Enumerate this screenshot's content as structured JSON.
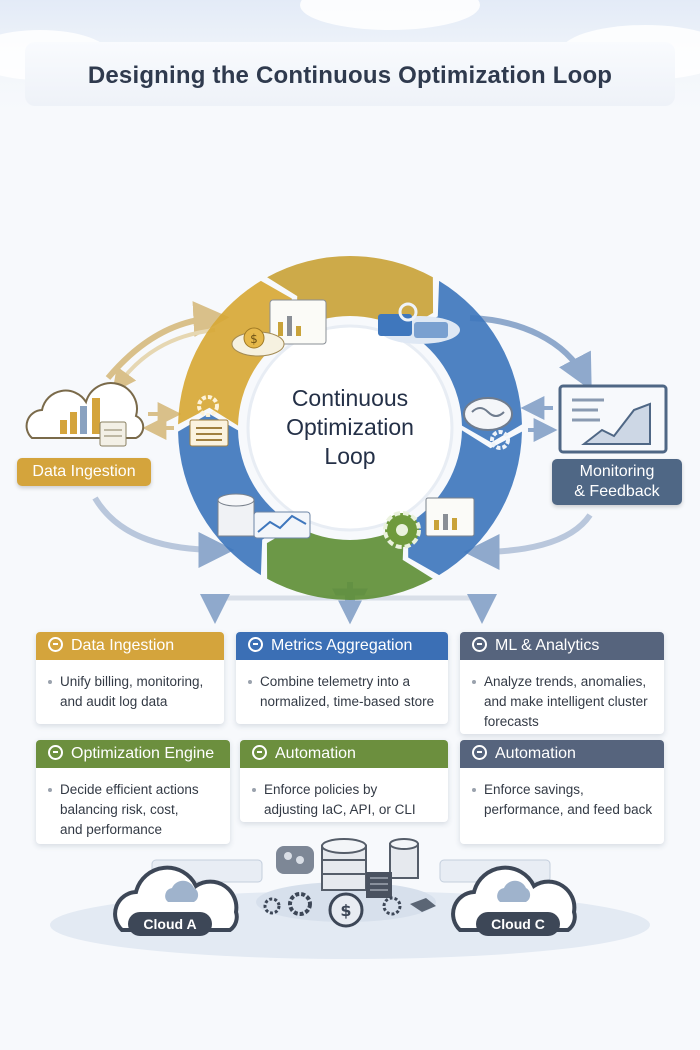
{
  "title": "Designing the Continuous Optimization Loop",
  "center_label": [
    "Continuous",
    "Optimization",
    "Loop"
  ],
  "side_labels": {
    "ingestion": "Data Ingestion",
    "monitoring": [
      "Monitoring",
      "& Feedback"
    ]
  },
  "cards": [
    {
      "title": "Data Ingestion",
      "color": "#d4a43c",
      "lines": [
        "Unify billing, monitoring,",
        "and audit log data"
      ]
    },
    {
      "title": "Metrics Aggregation",
      "color": "#3b6fb5",
      "lines": [
        "Combine telemetry into a",
        "normalized, time-based store"
      ]
    },
    {
      "title": "ML & Analytics",
      "color": "#56647d",
      "lines": [
        "Analyze trends, anomalies,",
        "and make intelligent cluster",
        "forecasts"
      ]
    },
    {
      "title": "Optimization Engine",
      "color": "#6c8f3e",
      "lines": [
        "Decide efficient actions",
        "balancing risk, cost,",
        "and performance"
      ]
    },
    {
      "title": "Automation",
      "color": "#6c8f3e",
      "lines": [
        "Enforce policies by",
        "adjusting IaC, API, or CLI"
      ]
    },
    {
      "title": "Automation",
      "color": "#56647d",
      "lines": [
        "Enforce savings,",
        "performance, and feed back"
      ]
    }
  ],
  "clouds": {
    "left": "Cloud A",
    "right": "Cloud C"
  },
  "segment_colors": [
    "#c9a33a",
    "#3f77bd",
    "#3f77bd",
    "#5f8f37",
    "#3f77bd",
    "#d7a836"
  ]
}
